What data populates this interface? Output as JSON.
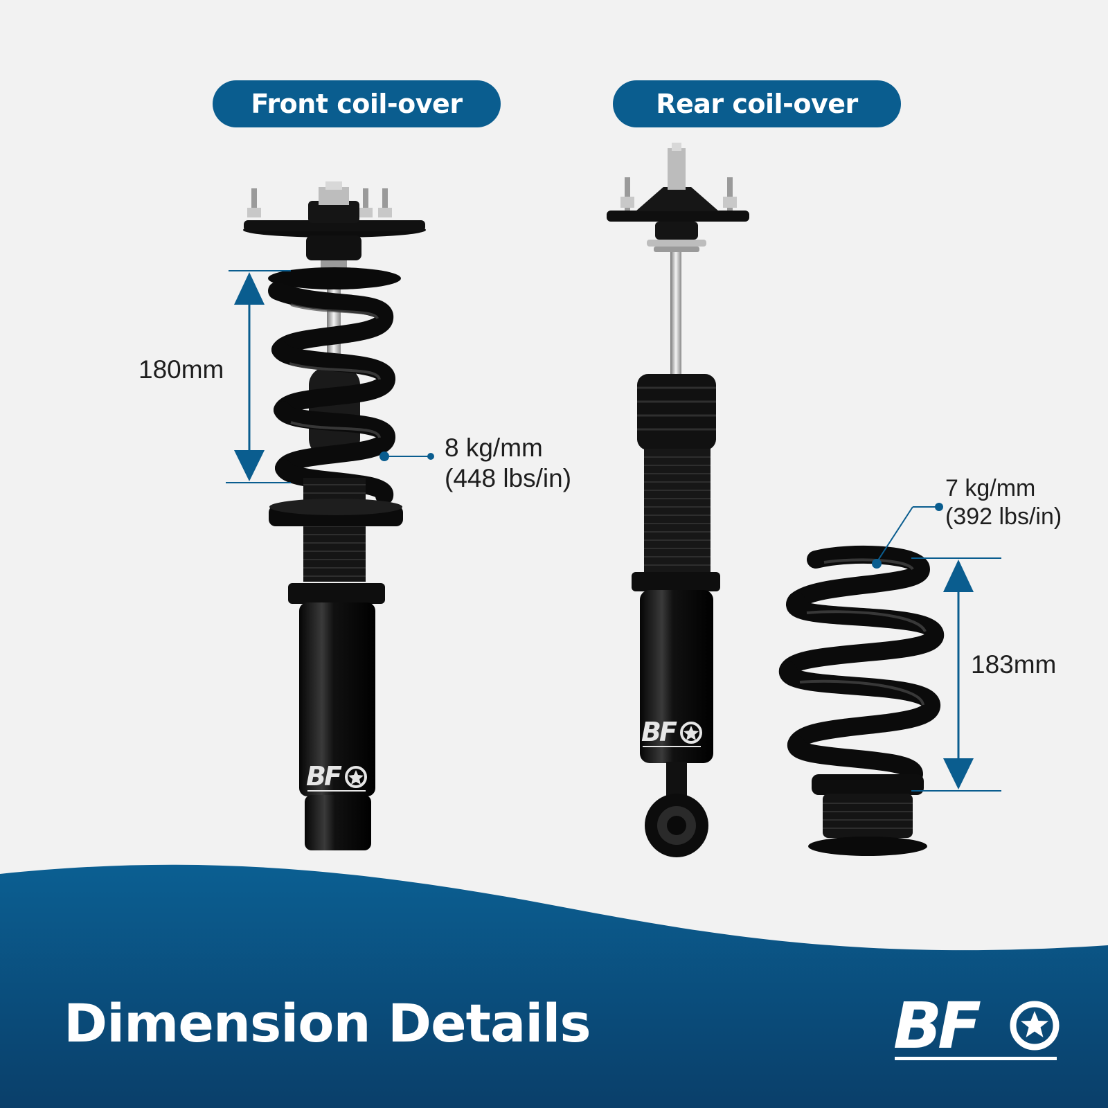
{
  "headers": {
    "front": "Front coil-over",
    "rear": "Rear coil-over"
  },
  "front": {
    "spring_height": "180mm",
    "spring_rate_kg": "8 kg/mm",
    "spring_rate_lbs": "(448 lbs/in)"
  },
  "rear": {
    "spring_height": "183mm",
    "spring_rate_kg": "7 kg/mm",
    "spring_rate_lbs": "(392 lbs/in)"
  },
  "footer": {
    "title": "Dimension Details",
    "brand": "BF"
  },
  "colors": {
    "brand_blue": "#0a5d8f",
    "background": "#f2f2f2",
    "part_black": "#0d0d0d"
  }
}
